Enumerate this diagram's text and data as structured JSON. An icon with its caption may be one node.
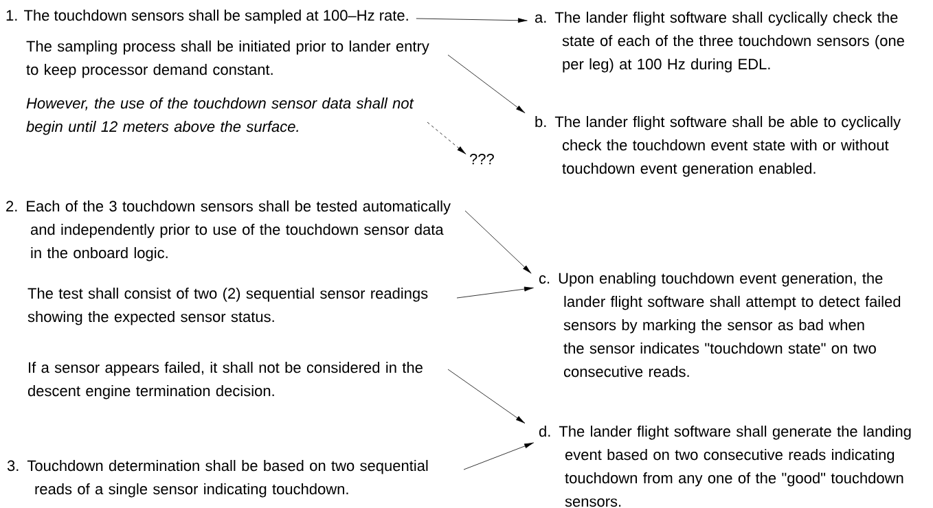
{
  "diagram": {
    "nodes": [
      {
        "text": [
          "1. The touchdown sensors shall be sampled at 100–Hz rate."
        ]
      },
      {
        "text": [
          "The sampling process shall be initiated prior to lander entry to keep processor demand constant."
        ]
      },
      {
        "text": [
          "However, the use of the touchdown sensor data shall not begin until 12 meters above the surface."
        ]
      },
      {
        "text": [
          "???"
        ]
      },
      {
        "text": [
          "2.  Each of the 3 touchdown sensors shall be tested automatically and independently prior to use of the touchdown sensor data in the onboard logic."
        ]
      },
      {
        "text": [
          "The test shall consist of two (2) sequential sensor readings showing the expected sensor status."
        ]
      },
      {
        "text": [
          "If a sensor appears failed, it shall not be considered in the descent engine termination decision."
        ]
      },
      {
        "text": [
          "3.  Touchdown determination shall be based on two sequential reads of a single sensor indicating touchdown."
        ]
      },
      {
        "text": [
          "a.  The lander flight software shall cyclically check the state of each of the three touchdown sensors (one per leg) at 100 Hz during EDL."
        ]
      },
      {
        "text": [
          "b.  The lander flight software shall be able to cyclically check the touchdown event state with or without touchdown event generation enabled."
        ]
      },
      {
        "text": [
          "c.  Upon enabling touchdown event generation, the lander flight software shall attempt to detect failed sensors by marking the sensor as bad when the sensor indicates \"touchdown state\" on two consecutive reads."
        ]
      },
      {
        "text": [
          "d.  The lander flight software shall generate the landing event based on two consecutive reads indicating touchdown from any one of the \"good\" touchdown sensors."
        ]
      }
    ],
    "edges": [
      {
        "from": 0,
        "to": 8,
        "arrow": "to"
      },
      {
        "from": 1,
        "to": 9,
        "arrow": "to"
      },
      {
        "from": 2,
        "to": 3,
        "arrow": "to",
        "style": "dashed"
      },
      {
        "from": 4,
        "to": 10,
        "arrow": "to"
      },
      {
        "from": 5,
        "to": 10,
        "arrow": "to"
      },
      {
        "from": 6,
        "to": 11,
        "arrow": "to"
      },
      {
        "from": 7,
        "to": 11,
        "arrow": "to"
      }
    ]
  }
}
